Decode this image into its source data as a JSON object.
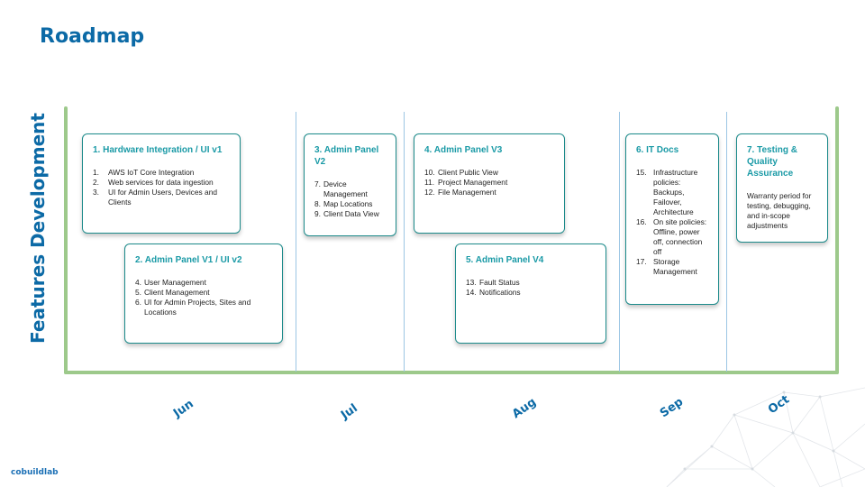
{
  "page": {
    "title": "Roadmap",
    "side_label": "Features Development"
  },
  "months": [
    "Jun",
    "Jul",
    "Aug",
    "Sep",
    "Oct"
  ],
  "cards": {
    "c1": {
      "title": "1. Hardware Integration / UI v1",
      "items": [
        {
          "num": "1.",
          "text": "AWS IoT Core Integration"
        },
        {
          "num": "2.",
          "text": "Web services for data ingestion"
        },
        {
          "num": "3.",
          "text": "UI for Admin Users, Devices and Clients"
        }
      ]
    },
    "c2": {
      "title": "2. Admin Panel V1 / UI v2",
      "items": [
        {
          "num": "4.",
          "text": "User Management"
        },
        {
          "num": "5.",
          "text": "Client Management"
        },
        {
          "num": "6.",
          "text": "UI for Admin Projects, Sites and Locations"
        }
      ]
    },
    "c3": {
      "title": "3. Admin Panel V2",
      "items": [
        {
          "num": "7.",
          "text": "Device Management"
        },
        {
          "num": "8.",
          "text": "Map Locations"
        },
        {
          "num": "9.",
          "text": "Client Data View"
        }
      ]
    },
    "c4": {
      "title": "4. Admin Panel V3",
      "items": [
        {
          "num": "10.",
          "text": "Client Public View"
        },
        {
          "num": "11.",
          "text": "Project Management"
        },
        {
          "num": "12.",
          "text": "File Management"
        }
      ]
    },
    "c5": {
      "title": "5. Admin Panel V4",
      "items": [
        {
          "num": "13.",
          "text": "Fault Status"
        },
        {
          "num": "14.",
          "text": "Notifications"
        }
      ]
    },
    "c6": {
      "title": "6. IT Docs",
      "items": [
        {
          "num": "15.",
          "text": "Infrastructure policies: Backups, Failover, Architecture"
        },
        {
          "num": "16.",
          "text": "On site policies: Offline, power off, connection off"
        },
        {
          "num": "17.",
          "text": "Storage Management"
        }
      ]
    },
    "c7": {
      "title": "7. Testing & Quality Assurance",
      "body": "Warranty period for testing, debugging, and in-scope adjustments"
    }
  },
  "footer": {
    "brand": "cobuildlab"
  },
  "colors": {
    "title": "#0c6aa6",
    "card_title": "#1a9aa6",
    "frame": "#9dc98b",
    "divider": "#9cc6e4"
  }
}
